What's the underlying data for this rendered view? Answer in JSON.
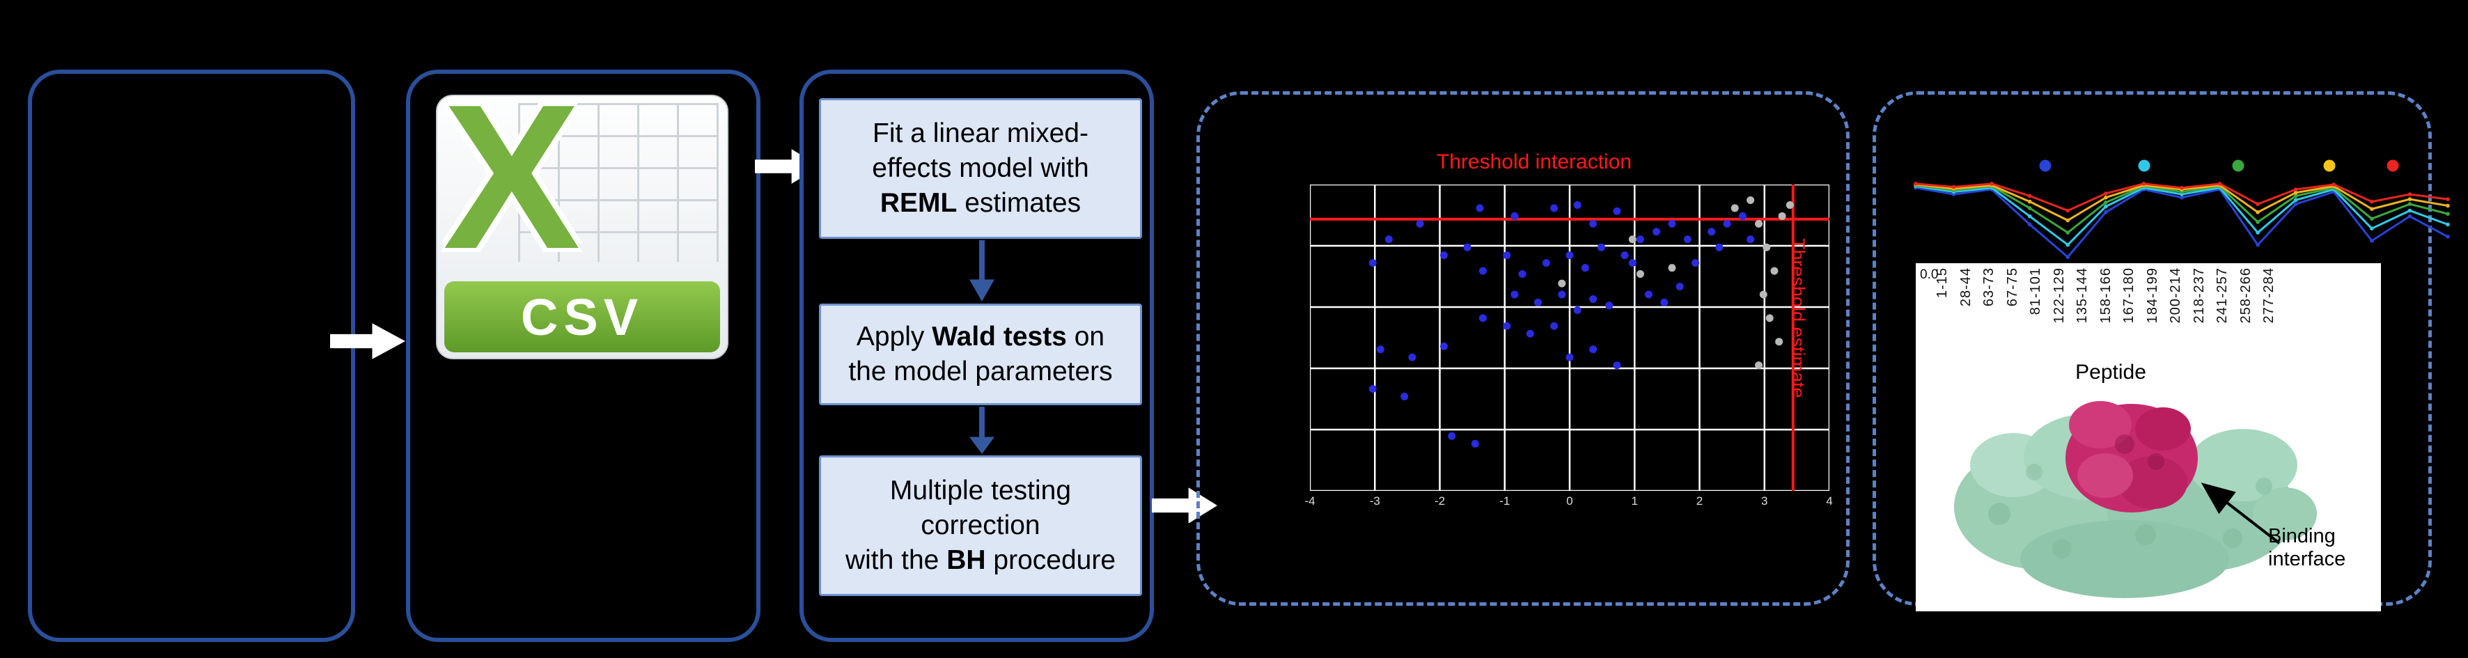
{
  "colors": {
    "background": "#000000",
    "solid_box_border": "#2a4f9b",
    "dashed_box_border": "#5d82c6",
    "step_fill": "#dce6f5",
    "threshold_red": "#ff1a1a",
    "csv_green": "#77b13f",
    "protein_green": "#9ccfb4",
    "binding_magenta": "#c62a6c"
  },
  "csv": {
    "letter": "X",
    "label": "CSV"
  },
  "steps": {
    "step1": {
      "l1": "Fit a linear mixed-",
      "l2": "effects model with",
      "l3_bold": "REML",
      "l3_rest": " estimates"
    },
    "step2": {
      "l1_pre": "Apply ",
      "l1_bold": "Wald tests",
      "l1_post": " on",
      "l2": "the model parameters"
    },
    "step3": {
      "l1": "Multiple testing",
      "l2": "correction",
      "l3_pre": "with the ",
      "l3_bold": "BH",
      "l3_post": " procedure"
    }
  },
  "scatter": {
    "type": "scatter",
    "title": "Threshold interaction",
    "side_label": "Threshold estimate",
    "x_ticks": [
      "-4",
      "-3",
      "-2",
      "-1",
      "0",
      "1",
      "2",
      "3",
      "4"
    ],
    "grid": {
      "cols": 8,
      "rows": 5
    },
    "threshold_h": 0.113,
    "threshold_v": 0.93,
    "point_color_sig": "#2b2be0",
    "point_color_ns": "#b9b9b9",
    "points_blue": [
      [
        0.152,
        0.179
      ],
      [
        0.212,
        0.128
      ],
      [
        0.327,
        0.077
      ],
      [
        0.394,
        0.103
      ],
      [
        0.47,
        0.077
      ],
      [
        0.515,
        0.067
      ],
      [
        0.545,
        0.128
      ],
      [
        0.591,
        0.087
      ],
      [
        0.121,
        0.256
      ],
      [
        0.258,
        0.231
      ],
      [
        0.303,
        0.205
      ],
      [
        0.379,
        0.231
      ],
      [
        0.333,
        0.282
      ],
      [
        0.409,
        0.292
      ],
      [
        0.455,
        0.256
      ],
      [
        0.5,
        0.231
      ],
      [
        0.53,
        0.272
      ],
      [
        0.561,
        0.205
      ],
      [
        0.606,
        0.231
      ],
      [
        0.636,
        0.179
      ],
      [
        0.667,
        0.154
      ],
      [
        0.697,
        0.128
      ],
      [
        0.727,
        0.179
      ],
      [
        0.773,
        0.154
      ],
      [
        0.788,
        0.205
      ],
      [
        0.394,
        0.359
      ],
      [
        0.439,
        0.385
      ],
      [
        0.485,
        0.359
      ],
      [
        0.515,
        0.41
      ],
      [
        0.545,
        0.374
      ],
      [
        0.576,
        0.395
      ],
      [
        0.333,
        0.436
      ],
      [
        0.379,
        0.462
      ],
      [
        0.424,
        0.487
      ],
      [
        0.47,
        0.462
      ],
      [
        0.652,
        0.359
      ],
      [
        0.682,
        0.385
      ],
      [
        0.712,
        0.333
      ],
      [
        0.136,
        0.538
      ],
      [
        0.197,
        0.564
      ],
      [
        0.258,
        0.528
      ],
      [
        0.5,
        0.564
      ],
      [
        0.545,
        0.538
      ],
      [
        0.591,
        0.59
      ],
      [
        0.121,
        0.667
      ],
      [
        0.182,
        0.692
      ],
      [
        0.273,
        0.821
      ],
      [
        0.318,
        0.846
      ],
      [
        0.621,
        0.256
      ],
      [
        0.742,
        0.256
      ],
      [
        0.803,
        0.128
      ],
      [
        0.833,
        0.103
      ],
      [
        0.848,
        0.179
      ]
    ],
    "points_gray": [
      [
        0.818,
        0.077
      ],
      [
        0.848,
        0.051
      ],
      [
        0.864,
        0.128
      ],
      [
        0.879,
        0.205
      ],
      [
        0.894,
        0.282
      ],
      [
        0.873,
        0.359
      ],
      [
        0.885,
        0.436
      ],
      [
        0.903,
        0.513
      ],
      [
        0.864,
        0.59
      ],
      [
        0.621,
        0.179
      ],
      [
        0.636,
        0.292
      ],
      [
        0.485,
        0.323
      ],
      [
        0.697,
        0.272
      ],
      [
        0.909,
        0.103
      ],
      [
        0.924,
        0.067
      ]
    ]
  },
  "peptide_chart": {
    "type": "line",
    "legend_dots": [
      "#2743d8",
      "#30c8e8",
      "#3aa83f",
      "#f5c518",
      "#e8251e"
    ],
    "series": [
      {
        "name": "blue",
        "color": "#2743d8",
        "values": [
          0.1,
          0.18,
          0.12,
          0.55,
          0.95,
          0.4,
          0.12,
          0.22,
          0.12,
          0.8,
          0.3,
          0.15,
          0.75,
          0.45,
          0.7
        ]
      },
      {
        "name": "cyan",
        "color": "#30c8e8",
        "values": [
          0.08,
          0.15,
          0.1,
          0.45,
          0.8,
          0.33,
          0.1,
          0.18,
          0.1,
          0.65,
          0.25,
          0.12,
          0.6,
          0.38,
          0.55
        ]
      },
      {
        "name": "green",
        "color": "#3aa83f",
        "values": [
          0.07,
          0.13,
          0.08,
          0.35,
          0.65,
          0.28,
          0.08,
          0.15,
          0.08,
          0.52,
          0.2,
          0.1,
          0.48,
          0.3,
          0.42
        ]
      },
      {
        "name": "yellow",
        "color": "#f0b41e",
        "values": [
          0.06,
          0.11,
          0.07,
          0.27,
          0.5,
          0.22,
          0.07,
          0.12,
          0.07,
          0.4,
          0.16,
          0.08,
          0.36,
          0.24,
          0.32
        ]
      },
      {
        "name": "red",
        "color": "#e8251e",
        "values": [
          0.05,
          0.09,
          0.05,
          0.2,
          0.38,
          0.17,
          0.05,
          0.1,
          0.05,
          0.3,
          0.12,
          0.06,
          0.27,
          0.18,
          0.24
        ]
      }
    ],
    "y_tick": "0.0",
    "x_labels": [
      "1-15",
      "28-44",
      "63-73",
      "67-75",
      "81-101",
      "122-129",
      "135-144",
      "158-166",
      "167-180",
      "184-199",
      "200-214",
      "218-237",
      "241-257",
      "258-266",
      "277-284"
    ],
    "x_title": "Peptide",
    "annotation_line1": "Binding",
    "annotation_line2": "interface"
  }
}
